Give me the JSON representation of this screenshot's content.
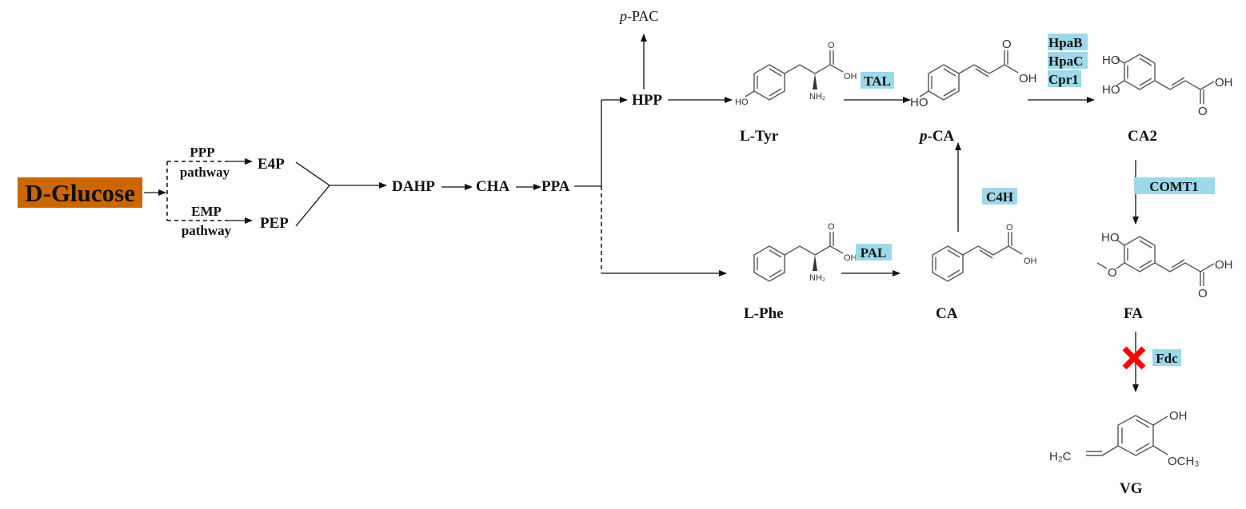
{
  "colors": {
    "glucose_box": "#CC6600",
    "enzyme_box": "#9DD9EA",
    "blocked_mark": "#FF0000"
  },
  "nodes": {
    "glucose": "D-Glucose",
    "ppp_1": "PPP",
    "ppp_2": "pathway",
    "emp_1": "EMP",
    "emp_2": "pathway",
    "e4p": "E4P",
    "pep": "PEP",
    "dahp": "DAHP",
    "cha": "CHA",
    "ppa": "PPA",
    "hpp": "HPP",
    "ppac_prefix": "p",
    "ppac_rest": "-PAC",
    "ltyr": "L-Tyr",
    "lphe": "L-Phe",
    "pca_prefix": "p",
    "pca_rest": "-CA",
    "ca": "CA",
    "ca2": "CA2",
    "fa": "FA",
    "vg": "VG"
  },
  "enzymes": {
    "tal": "TAL",
    "pal": "PAL",
    "c4h": "C4H",
    "hpab": "HpaB",
    "hpac": "HpaC",
    "cpr1": "Cpr1",
    "comt1": "COMT1",
    "fdc": "Fdc"
  },
  "blocked_icon": "cross-icon",
  "atoms": {
    "ho": "HO",
    "oh": "OH",
    "o": "O",
    "nh2": "NH₂",
    "h2c": "H₂C",
    "och3": "OCH₃"
  }
}
